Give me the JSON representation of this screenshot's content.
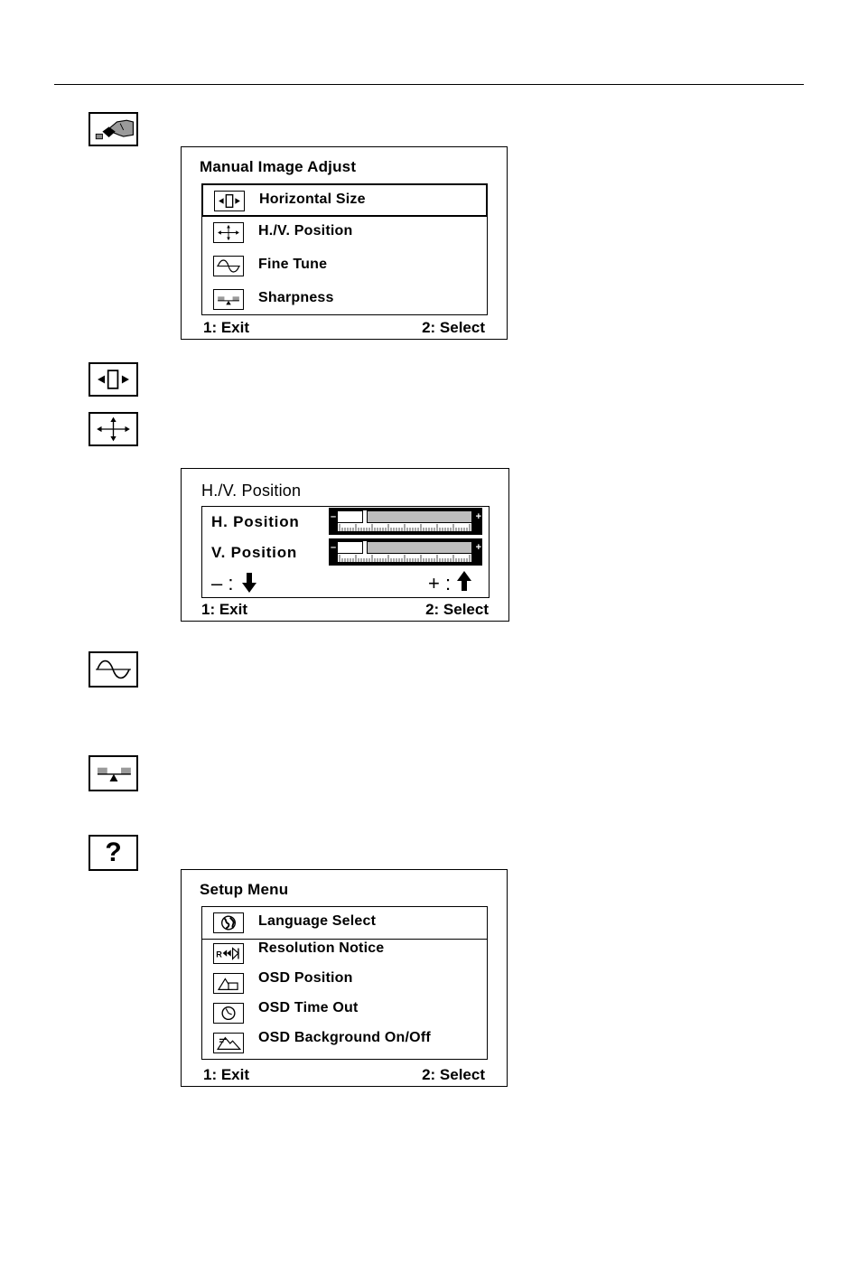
{
  "manual_image_adjust": {
    "title": "Manual Image Adjust",
    "items": [
      {
        "label": "Horizontal Size"
      },
      {
        "label": "H./V. Position"
      },
      {
        "label": "Fine Tune"
      },
      {
        "label": "Sharpness"
      }
    ],
    "exit": "1: Exit",
    "select": "2: Select"
  },
  "hv_position": {
    "title": "H./V. Position",
    "h_label": "H. Position",
    "v_label": "V. Position",
    "h_value": 0.2,
    "v_value": 0.2,
    "minus_key": "– :",
    "plus_key": "+ :",
    "exit": "1: Exit",
    "select": "2: Select"
  },
  "setup_menu": {
    "title": "Setup Menu",
    "items": [
      {
        "label": "Language Select"
      },
      {
        "label": "Resolution Notice"
      },
      {
        "label": "OSD Position"
      },
      {
        "label": "OSD Time Out"
      },
      {
        "label": "OSD Background On/Off"
      }
    ],
    "exit": "1: Exit",
    "select": "2: Select"
  },
  "help_icon_glyph": "?"
}
